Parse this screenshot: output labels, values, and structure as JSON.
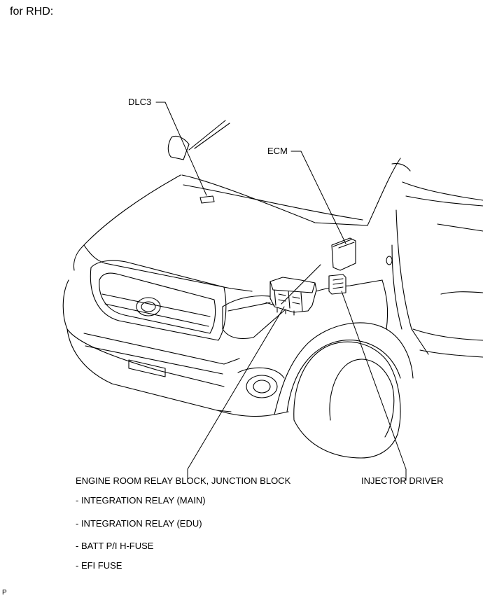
{
  "header_note": "for RHD:",
  "labels": {
    "dlc3": "DLC3",
    "ecm": "ECM",
    "engine_room_relay_block": "ENGINE ROOM RELAY BLOCK, JUNCTION BLOCK",
    "injector_driver": "INJECTOR DRIVER"
  },
  "relay_block_items": [
    "- INTEGRATION RELAY (MAIN)",
    "- INTEGRATION RELAY (EDU)",
    "- BATT P/I H-FUSE",
    "- EFI FUSE"
  ],
  "corner_mark": "P"
}
